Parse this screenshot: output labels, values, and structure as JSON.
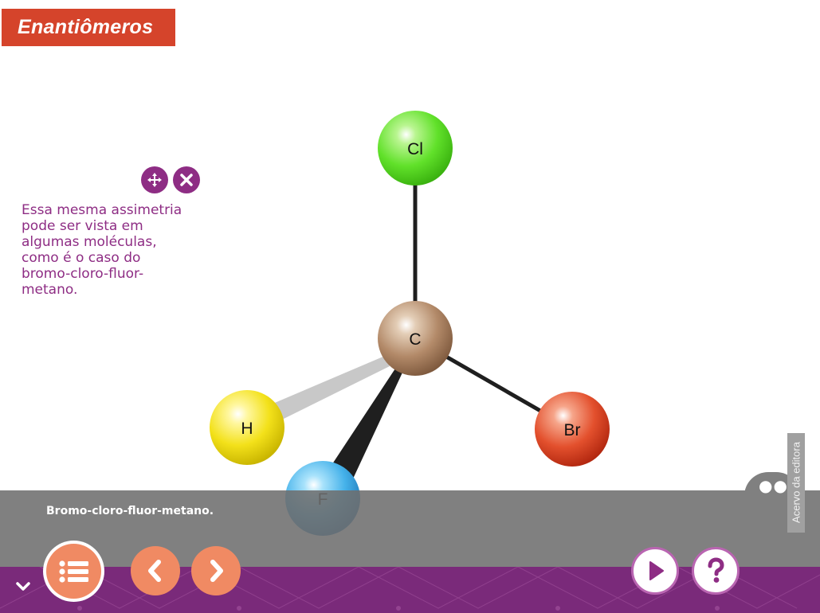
{
  "header": {
    "title": "Enantiômeros"
  },
  "info_panel": {
    "text": "Essa mesma assimetria pode ser vista em algumas moléculas, como é o caso do bromo-cloro-fluor-metano."
  },
  "molecule": {
    "atoms": {
      "cl": {
        "label": "Cl",
        "color": "#55e021"
      },
      "c": {
        "label": "C",
        "color": "#b38a69"
      },
      "h": {
        "label": "H",
        "color": "#f0dd10"
      },
      "br": {
        "label": "Br",
        "color": "#e04020"
      },
      "f": {
        "label": "F",
        "color": "#3aa8e6"
      }
    }
  },
  "caption": {
    "text": "Bromo-cloro-fluor-metano."
  },
  "credit": {
    "text": "Acervo da editora"
  },
  "icons": {
    "move": "move-icon",
    "close": "close-icon",
    "menu": "list-icon",
    "prev": "chevron-left-icon",
    "next": "chevron-right-icon",
    "play": "play-icon",
    "help": "question-icon",
    "collapse": "chevron-down-icon",
    "more": "more-icon"
  },
  "colors": {
    "brand_orange": "#d5442b",
    "accent_purple": "#8e2d84",
    "button_salmon": "#f08a63",
    "footer_purple": "#7a2a7a",
    "caption_gray": "#6e6e6e"
  }
}
